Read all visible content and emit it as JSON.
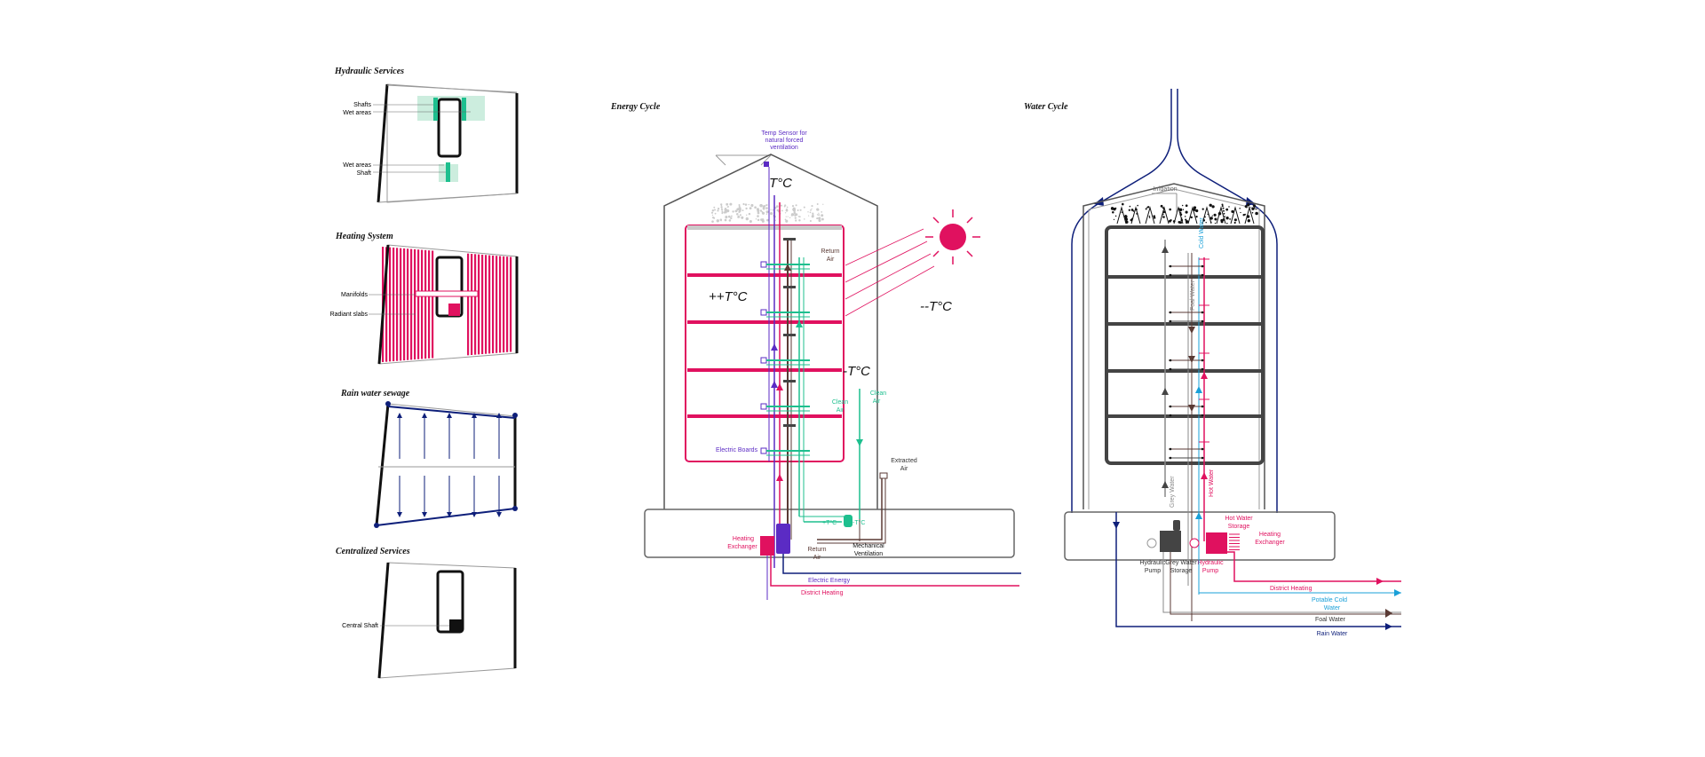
{
  "panels": {
    "hydraulic": {
      "title": "Hydraulic Services",
      "labels": [
        "Shafts",
        "Wet areas",
        "Wet areas",
        "Shaft"
      ]
    },
    "heating": {
      "title": "Heating System",
      "labels": [
        "Manifolds",
        "Radiant slabs"
      ]
    },
    "rain": {
      "title": "Rain water sewage"
    },
    "centralized": {
      "title": "Centralized Services",
      "labels": [
        "Central Shaft"
      ]
    }
  },
  "energy": {
    "title": "Energy Cycle",
    "temp_sensor": [
      "Temp Sensor for",
      "natural forced",
      "ventilation"
    ],
    "t_roof": "T°C",
    "t_hot": "++T°C",
    "t_cold": "--T°C",
    "t_mid": "-T°C",
    "return_air_top": [
      "Return",
      "Air"
    ],
    "clean_air_1": [
      "Clean",
      "Air"
    ],
    "clean_air_2": [
      "Clean",
      "Air"
    ],
    "extracted_air": [
      "Extracted",
      "Air"
    ],
    "electric_boards": "Electric Boards",
    "heating_exchanger": [
      "Heating",
      "Exchanger"
    ],
    "return_air_bottom": [
      "Return",
      "Air"
    ],
    "mechanical_ventilation": [
      "Mechanical",
      "Ventilation"
    ],
    "hx_hot": "+T°C",
    "hx_cold": "-T°C",
    "electric_energy": "Electric Energy",
    "district_heating": "District Heating"
  },
  "water": {
    "title": "Water Cycle",
    "irrigation": "Irrigation",
    "cold_water": "Cold Water",
    "foal_water_vert": "Foal Water",
    "grey_water_vert": "Grey Water",
    "hot_water_vert": "Hot Water",
    "hot_water_storage": [
      "Hot Water",
      "Storage"
    ],
    "heating_exchanger": [
      "Heating",
      "Exchanger"
    ],
    "hydraulic_pump_left": [
      "Hydraulic",
      "Pump"
    ],
    "grey_water_storage": [
      "Grey Water",
      "Storage"
    ],
    "hydraulic_pump_right": [
      "Hydraulic",
      "Pump"
    ],
    "district_heating": "District Heating",
    "potable_cold_water": [
      "Potable Cold",
      "Water"
    ],
    "foal_water": "Foal Water",
    "rain_water": "Rain Water"
  },
  "colors": {
    "magenta": "#e0115f",
    "purple": "#5b2bc4",
    "teal": "#1dbf8e",
    "navy": "#0e1f7a",
    "brown": "#5a3a34",
    "grey": "#8a8a8a",
    "cyan": "#1aa0d8"
  }
}
